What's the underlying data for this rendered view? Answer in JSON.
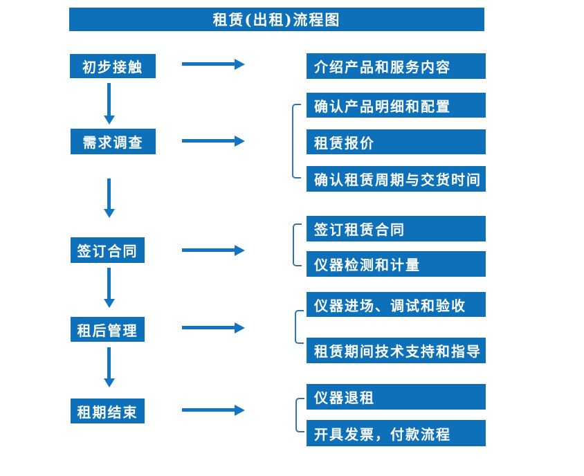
{
  "title": "租赁(出租)流程图",
  "colors": {
    "background": "#ffffff",
    "box": "#0d70b8",
    "arrow": "#1474c4",
    "bracket": "#2e75b6",
    "text": "#ffffff"
  },
  "stages": [
    {
      "label": "初步接触",
      "details": [
        "介绍产品和服务内容"
      ]
    },
    {
      "label": "需求调查",
      "details": [
        "确认产品明细和配置",
        "租赁报价",
        "确认租赁周期与交货时间"
      ]
    },
    {
      "label": "签订合同",
      "details": [
        "签订租赁合同",
        "仪器检测和计量"
      ]
    },
    {
      "label": "租后管理",
      "details": [
        "仪器进场、调试和验收",
        "租赁期间技术支持和指导"
      ]
    },
    {
      "label": "租期结束",
      "details": [
        "仪器退租",
        "开具发票，付款流程"
      ]
    }
  ]
}
